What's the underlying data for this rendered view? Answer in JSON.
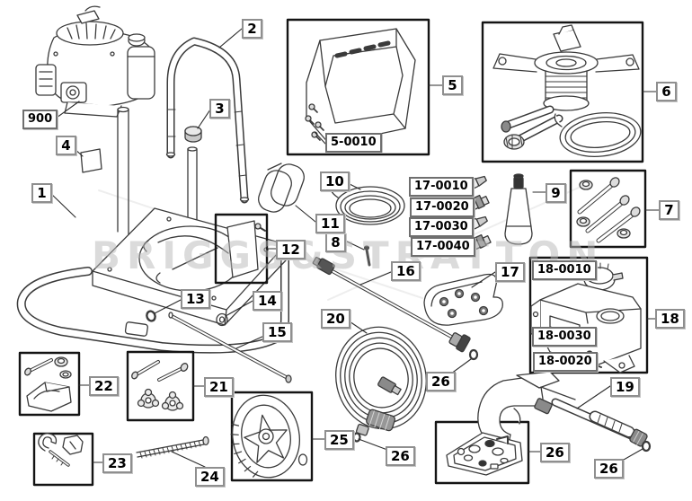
{
  "watermark_text": "BRIGGS&STRATTON",
  "colors": {
    "background": "#ffffff",
    "line_art": "#3a3a3a",
    "kit_box_border": "#141414",
    "label_border": "#8f8f8f",
    "label_text": "#000000",
    "watermark": "#b9b9b9"
  },
  "callouts": [
    {
      "id": "engine",
      "label": "900"
    },
    {
      "id": "base-frame",
      "label": "1"
    },
    {
      "id": "handle",
      "label": "2"
    },
    {
      "id": "handle-cap",
      "label": "3"
    },
    {
      "id": "sticker",
      "label": "4"
    },
    {
      "id": "panel-kit",
      "label": "5"
    },
    {
      "id": "panel-hardware",
      "label": "5-0010"
    },
    {
      "id": "pump-kit",
      "label": "6"
    },
    {
      "id": "pump-bolt-kit",
      "label": "7"
    },
    {
      "id": "pin",
      "label": "8"
    },
    {
      "id": "nozzle-holder",
      "label": "9"
    },
    {
      "id": "chemical-hose",
      "label": "10"
    },
    {
      "id": "wire-clip",
      "label": "11"
    },
    {
      "id": "plate-kit",
      "label": "12"
    },
    {
      "id": "o-ring-axle",
      "label": "13"
    },
    {
      "id": "washer",
      "label": "14"
    },
    {
      "id": "axle",
      "label": "15"
    },
    {
      "id": "spray-wand",
      "label": "16"
    },
    {
      "id": "nozzle-rack",
      "label": "17"
    },
    {
      "id": "nozzle-1",
      "label": "17-0010"
    },
    {
      "id": "nozzle-2",
      "label": "17-0020"
    },
    {
      "id": "nozzle-3",
      "label": "17-0030"
    },
    {
      "id": "nozzle-4",
      "label": "17-0040"
    },
    {
      "id": "tank-kit",
      "label": "18"
    },
    {
      "id": "tank-cap",
      "label": "18-0010"
    },
    {
      "id": "tank-screws",
      "label": "18-0020"
    },
    {
      "id": "tank-body",
      "label": "18-0030"
    },
    {
      "id": "spray-gun",
      "label": "19"
    },
    {
      "id": "pressure-hose",
      "label": "20"
    },
    {
      "id": "knob-kit",
      "label": "21"
    },
    {
      "id": "foot-kit",
      "label": "22"
    },
    {
      "id": "hook-kit",
      "label": "23"
    },
    {
      "id": "threaded-rod",
      "label": "24"
    },
    {
      "id": "wheel-kit",
      "label": "25"
    },
    {
      "id": "o-ring-wand",
      "label": "26"
    },
    {
      "id": "o-ring-hose",
      "label": "26"
    },
    {
      "id": "o-ring-kit",
      "label": "26"
    },
    {
      "id": "o-ring-gun",
      "label": "26"
    }
  ]
}
